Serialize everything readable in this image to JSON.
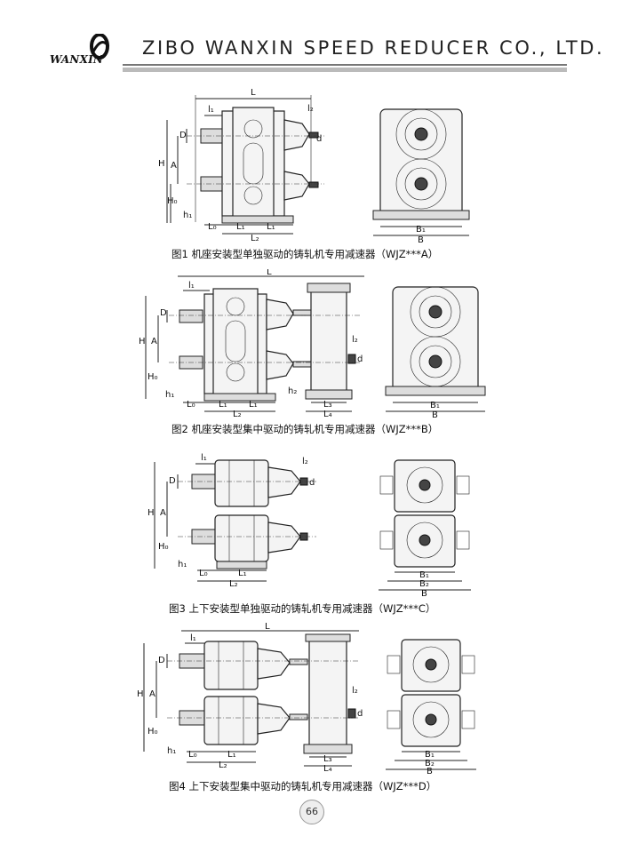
{
  "header": {
    "logo_text": "WANXIN",
    "company": "ZIBO WANXIN SPEED REDUCER CO., LTD."
  },
  "figures": [
    {
      "caption": "图1 机座安装型单独驱动的铸轧机专用减速器（WJZ***A）",
      "labels": {
        "L": "L",
        "l1": "l₁",
        "l2": "l₂",
        "D": "D",
        "d": "d",
        "H": "H",
        "A": "A",
        "H0": "H₀",
        "h1": "h₁",
        "L0": "L₀",
        "L1a": "L₁",
        "L1b": "L₁",
        "L2": "L₂",
        "B1": "B₁",
        "B": "B"
      }
    },
    {
      "caption": "图2 机座安装型集中驱动的铸轧机专用减速器（WJZ***B）",
      "labels": {
        "L": "L",
        "l1": "l₁",
        "l2": "l₂",
        "D": "D",
        "d": "d",
        "H": "H",
        "A": "A",
        "H0": "H₀",
        "h1": "h₁",
        "h2": "h₂",
        "L0": "L₀",
        "L1a": "L₁",
        "L1b": "L₁",
        "L2": "L₂",
        "L3": "L₃",
        "L4": "L₄",
        "B1": "B₁",
        "B": "B"
      }
    },
    {
      "caption": "图3 上下安装型单独驱动的铸轧机专用减速器（WJZ***C）",
      "labels": {
        "l1": "l₁",
        "l2": "l₂",
        "D": "D",
        "d": "d",
        "H": "H",
        "A": "A",
        "H0": "H₀",
        "h1": "h₁",
        "L0": "L₀",
        "L1": "L₁",
        "L2": "L₂",
        "B1": "B₁",
        "B2": "B₂",
        "B": "B"
      }
    },
    {
      "caption": "图4 上下安装型集中驱动的铸轧机专用减速器（WJZ***D）",
      "labels": {
        "L": "L",
        "l1": "l₁",
        "l2": "l₂",
        "D": "D",
        "d": "d",
        "H": "H",
        "A": "A",
        "H0": "H₀",
        "h1": "h₁",
        "L0": "L₀",
        "L1": "L₁",
        "L2": "L₂",
        "L3": "L₃",
        "L4": "L₄",
        "B1": "B₁",
        "B2": "B₂",
        "B": "B"
      }
    }
  ],
  "page_number": "66"
}
